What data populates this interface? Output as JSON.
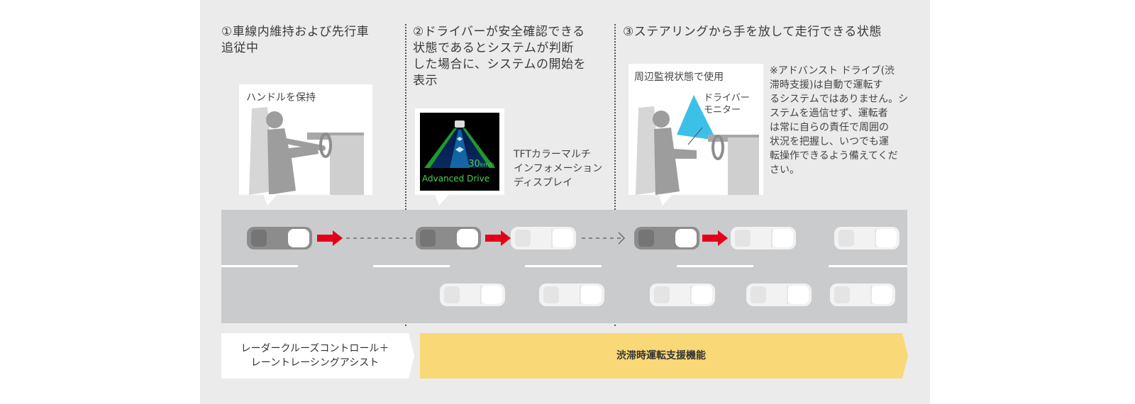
{
  "stages": [
    {
      "number": "①",
      "title": "車線内維持および先行車\n追従中"
    },
    {
      "number": "②",
      "title": "ドライバーが安全確認できる\n状態であるとシステムが判断\nした場合に、システムの開始を\n表示"
    },
    {
      "number": "③",
      "title": "ステアリングから手を放して走行できる状態"
    }
  ],
  "callouts": {
    "stage1_label": "ハンドルを保持",
    "stage3_label": "周辺監視状態で使用",
    "monitor_label": "ドライバー\nモニター",
    "display_caption": "TFTカラーマルチ\nインフォメーション\nディスプレイ"
  },
  "display": {
    "speed": "30",
    "unit": "km/h",
    "mode": "Advanced Drive"
  },
  "note": "※アドバンスト ドライブ(渋\n滞時支援)は自動で運転す\nるシステムではありません。シ\nステムを過信せず、運転者\nは常に自らの責任で周囲の\n状況を把握し、いつでも運\n転操作できるよう備えてくだ\nさい。",
  "modes": {
    "left": "レーダークルーズコントロール＋\nレーントレーシングアシスト",
    "right": "渋滞時運転支援機能"
  },
  "colors": {
    "arrow": "#e4001b",
    "yellow": "#f9d877",
    "road": "#c9cbcd",
    "screen_lane_green": "#1f9a2e",
    "screen_lane_blue": "#1e8fd6",
    "monitor_cone": "#3cc0e8"
  }
}
